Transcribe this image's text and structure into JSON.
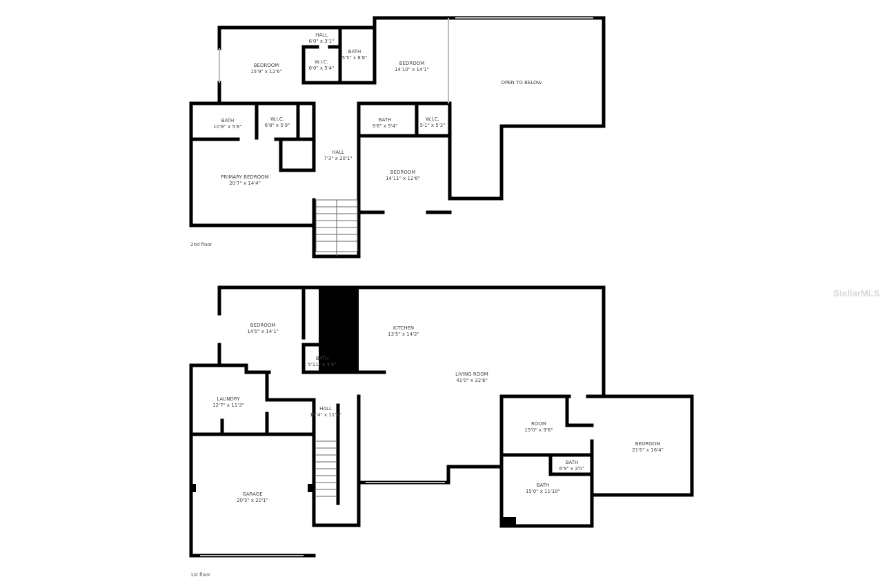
{
  "watermark": "StellarMLS",
  "floors": [
    {
      "label": "2nd floor",
      "rooms": [
        {
          "name": "BEDROOM",
          "dims": "15'9\" x 12'6\""
        },
        {
          "name": "HALL",
          "dims": "6'0\" x 3'1\""
        },
        {
          "name": "W.I.C.",
          "dims": "6'0\" x 5'4\""
        },
        {
          "name": "BATH",
          "dims": "5'5\" x 8'8\""
        },
        {
          "name": "BEDROOM",
          "dims": "14'10\" x 14'1\""
        },
        {
          "name": "OPEN TO BELOW",
          "dims": ""
        },
        {
          "name": "BATH",
          "dims": "10'8\" x 5'8\""
        },
        {
          "name": "W.I.C.",
          "dims": "6'8\" x 5'9\""
        },
        {
          "name": "HALL",
          "dims": "7'3\" x 20'1\""
        },
        {
          "name": "BATH",
          "dims": "9'6\" x 5'4\""
        },
        {
          "name": "W.I.C.",
          "dims": "5'1\" x 5'3\""
        },
        {
          "name": "PRIMARY BEDROOM",
          "dims": "20'7\" x 14'4\""
        },
        {
          "name": "BEDROOM",
          "dims": "14'11\" x 12'6\""
        }
      ]
    },
    {
      "label": "1st floor",
      "rooms": [
        {
          "name": "BEDROOM",
          "dims": "14'0\" x 14'1\""
        },
        {
          "name": "KITCHEN",
          "dims": "13'5\" x 14'2\""
        },
        {
          "name": "BATH",
          "dims": "5'11\" x 4'8\""
        },
        {
          "name": "LIVING ROOM",
          "dims": "41'0\" x 32'6\""
        },
        {
          "name": "LAUNDRY",
          "dims": "12'7\" x 11'3\""
        },
        {
          "name": "HALL",
          "dims": "15'4\" x 11'2\""
        },
        {
          "name": "ROOM",
          "dims": "15'0\" x 9'6\""
        },
        {
          "name": "BEDROOM",
          "dims": "21'0\" x 16'4\""
        },
        {
          "name": "BATH",
          "dims": "6'9\" x 3'0\""
        },
        {
          "name": "GARAGE",
          "dims": "20'5\" x 20'1\""
        },
        {
          "name": "BATH",
          "dims": "15'0\" x 11'10\""
        }
      ]
    }
  ]
}
